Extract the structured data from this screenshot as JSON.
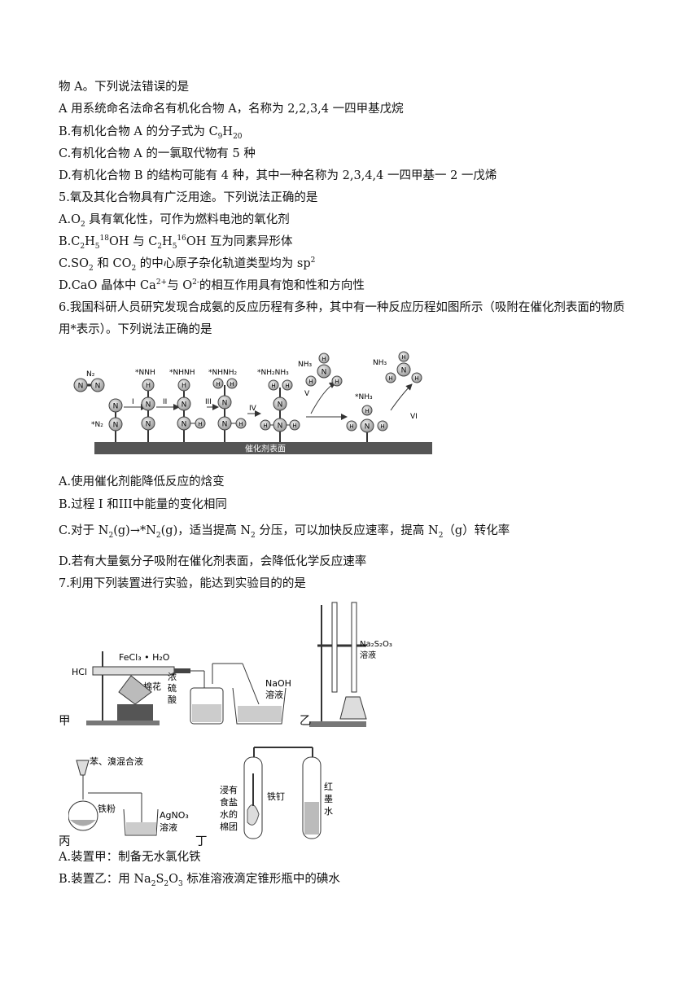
{
  "q4": {
    "stem": "物 A。下列说法错误的是",
    "A": "A 用系统命名法命名有机化合物 A，名称为 2,2,3,4 一四甲基戊烷",
    "B_pre": "B.有机化合物 A 的分子式为 C",
    "B_sub1": "9",
    "B_mid": "H",
    "B_sub2": "20",
    "C": "C.有机化合物 A 的一氯取代物有 5 种",
    "D": "D.有机化合物 B 的结构可能有 4 种，其中一种名称为 2,3,4,4 一四甲基一 2 一戊烯"
  },
  "q5": {
    "stem": "5.氧及其化合物具有广泛用途。下列说法正确的是",
    "A_pre": "A.O",
    "A_sub": "2",
    "A_post": " 具有氧化性，可作为燃料电池的氧化剂",
    "B_p1": "B.C",
    "B_s1": "2",
    "B_p2": "H",
    "B_s2": "5",
    "B_sup1": "18",
    "B_p3": "OH 与 C",
    "B_s3": "2",
    "B_p4": "H",
    "B_s4": "5",
    "B_sup2": "16",
    "B_p5": "OH 互为同素异形体",
    "C_p1": "C.SO",
    "C_s1": "2",
    "C_p2": " 和 CO",
    "C_s2": "2",
    "C_p3": " 的中心原子杂化轨道类型均为 sp",
    "C_sup": "2",
    "D_p1": "D.CaO 晶体中 Ca",
    "D_sup1": "2+",
    "D_p2": "与 O",
    "D_sup2": "2-",
    "D_p3": "的相互作用具有饱和性和方向性"
  },
  "q6": {
    "stem1": "6.我国科研人员研究发现合成氨的反应历程有多种，其中有一种反应历程如图所示（吸附在催化剂表面的物质",
    "stem2": "用*表示）。下列说法正确的是",
    "fig": {
      "surface": "催化剂表面",
      "labels": [
        "N₂",
        "*NNH",
        "*NHNH",
        "*NHNH₂",
        "*NH₂NH₃",
        "NH₃",
        "NH₃",
        "*N₂",
        "*NH₃"
      ],
      "steps": [
        "I",
        "II",
        "III",
        "IV",
        "V",
        "VI"
      ],
      "atoms": {
        "N": "N",
        "H": "H"
      }
    },
    "A": "A.使用催化剂能降低反应的焓变",
    "B": "B.过程 I 和III中能量的变化相同",
    "C_p1": "C.对于 N",
    "C_s1": "2",
    "C_p2": "(g)→*N",
    "C_s2": "2",
    "C_p3": "(g)，适当提高 N",
    "C_s3": "2",
    "C_p4": " 分压，可以加快反应速率，提高 N",
    "C_s4": "2",
    "C_p5": "（g）转化率",
    "D": "D.若有大量氨分子吸附在催化剂表面，会降低化学反应速率"
  },
  "q7": {
    "stem": "7.利用下列装置进行实验，能达到实验目的的是",
    "cap_jia": "甲",
    "cap_yi": "乙",
    "cap_bing": "丙",
    "cap_ding": "丁",
    "jia": {
      "hcl": "HCl",
      "fecl3": "FeCl₃ • H₂O",
      "cotton": "棉花",
      "acid1": "浓",
      "acid2": "硫",
      "acid3": "酸",
      "naoh1": "NaOH",
      "naoh2": "溶液"
    },
    "yi": {
      "reagent": "Na₂S₂O₃",
      "sol": "溶液"
    },
    "bing": {
      "mix": "苯、溴混合液",
      "iron": "铁粉",
      "agno3": "AgNO₃",
      "sol": "溶液"
    },
    "ding": {
      "c1": "浸有",
      "c2": "食盐",
      "c3": "水的",
      "c4": "棉团",
      "nail": "铁钉",
      "i1": "红",
      "i2": "墨",
      "i3": "水"
    },
    "A": "A.装置甲：制备无水氯化铁",
    "B_pre": "B.装置乙：用 Na",
    "B_s1": "2",
    "B_mid1": "S",
    "B_s2": "2",
    "B_mid2": "O",
    "B_s3": "3",
    "B_post": " 标准溶液滴定锥形瓶中的碘水"
  }
}
